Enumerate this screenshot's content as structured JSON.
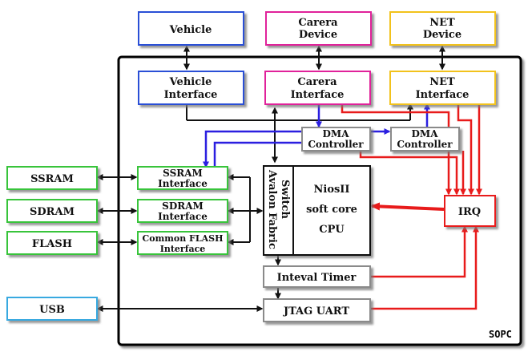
{
  "diagram": {
    "container_label": "SOPC",
    "blocks": {
      "vehicle": [
        "Vehicle"
      ],
      "carera_device": [
        "Carera",
        "Device"
      ],
      "net_device": [
        "NET",
        "Device"
      ],
      "vehicle_interface": [
        "Vehicle",
        "Interface"
      ],
      "carera_interface": [
        "Carera",
        "Interface"
      ],
      "net_interface": [
        "NET",
        "Interface"
      ],
      "dma_controller_1": [
        "DMA",
        "Controller"
      ],
      "dma_controller_2": [
        "DMA",
        "Controller"
      ],
      "ssram": [
        "SSRAM"
      ],
      "sdram": [
        "SDRAM"
      ],
      "flash": [
        "FLASH"
      ],
      "usb": [
        "USB"
      ],
      "ssram_interface": [
        "SSRAM",
        "Interface"
      ],
      "sdram_interface": [
        "SDRAM",
        "Interface"
      ],
      "common_flash_interface": [
        "Common FLASH",
        "Interface"
      ],
      "avalon_switch": [
        "Avalon Fabric",
        "Switch"
      ],
      "nios_cpu": [
        "NiosII",
        "soft core",
        "CPU"
      ],
      "irq": [
        "IRQ"
      ],
      "interval_timer": [
        "Inteval Timer"
      ],
      "jtag_uart": [
        "JTAG UART"
      ]
    },
    "colors": {
      "blue": "#2a4fd6",
      "magenta": "#e0229a",
      "yellow": "#f2c21b",
      "green": "#39c43a",
      "cyan": "#39a9e0",
      "red": "#e81b1b",
      "gray": "#8a8a8a",
      "black": "#111111",
      "violet": "#2b1fe0"
    }
  }
}
